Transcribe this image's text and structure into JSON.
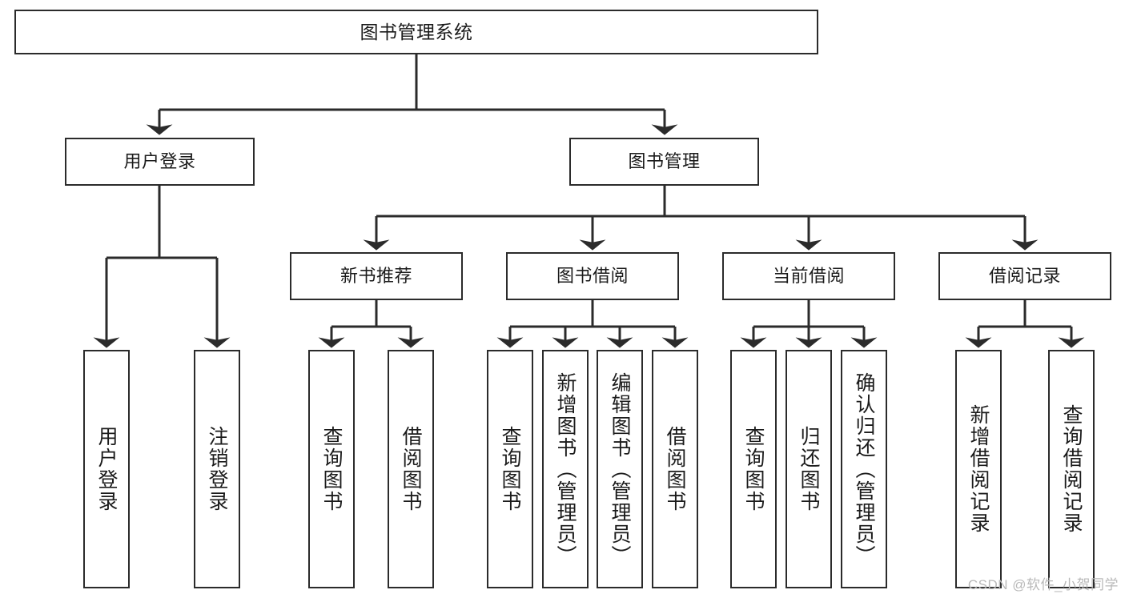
{
  "diagram": {
    "type": "hierarchy-tree",
    "title": "图书管理系统",
    "watermark": "CSDN @软件_小贺同学",
    "colors": {
      "stroke": "#2b2b2b",
      "fill": "#ffffff",
      "text": "#1b1b1b",
      "watermark": "#b9b9b9"
    },
    "levels": {
      "level1": [
        {
          "id": "root",
          "label": "图书管理系统"
        }
      ],
      "level2": [
        {
          "id": "user-login",
          "label": "用户登录"
        },
        {
          "id": "book-manage",
          "label": "图书管理"
        }
      ],
      "level3": [
        {
          "id": "new-book-rec",
          "label": "新书推荐"
        },
        {
          "id": "book-borrow",
          "label": "图书借阅"
        },
        {
          "id": "current-borrow",
          "label": "当前借阅"
        },
        {
          "id": "borrow-record",
          "label": "借阅记录"
        }
      ],
      "level4": [
        {
          "id": "leaf-user-login",
          "label": "用户登录"
        },
        {
          "id": "leaf-logout",
          "label": "注销登录"
        },
        {
          "id": "leaf-query-book-1",
          "label": "查询图书"
        },
        {
          "id": "leaf-borrow-book-1",
          "label": "借阅图书"
        },
        {
          "id": "leaf-query-book-2",
          "label": "查询图书"
        },
        {
          "id": "leaf-add-book",
          "label": "新增图书（管理员）"
        },
        {
          "id": "leaf-edit-book",
          "label": "编辑图书（管理员）"
        },
        {
          "id": "leaf-borrow-book-2",
          "label": "借阅图书"
        },
        {
          "id": "leaf-query-book-3",
          "label": "查询图书"
        },
        {
          "id": "leaf-return-book",
          "label": "归还图书"
        },
        {
          "id": "leaf-confirm-return",
          "label": "确认归还（管理员）"
        },
        {
          "id": "leaf-add-record",
          "label": "新增借阅记录"
        },
        {
          "id": "leaf-query-record",
          "label": "查询借阅记录"
        }
      ]
    }
  }
}
